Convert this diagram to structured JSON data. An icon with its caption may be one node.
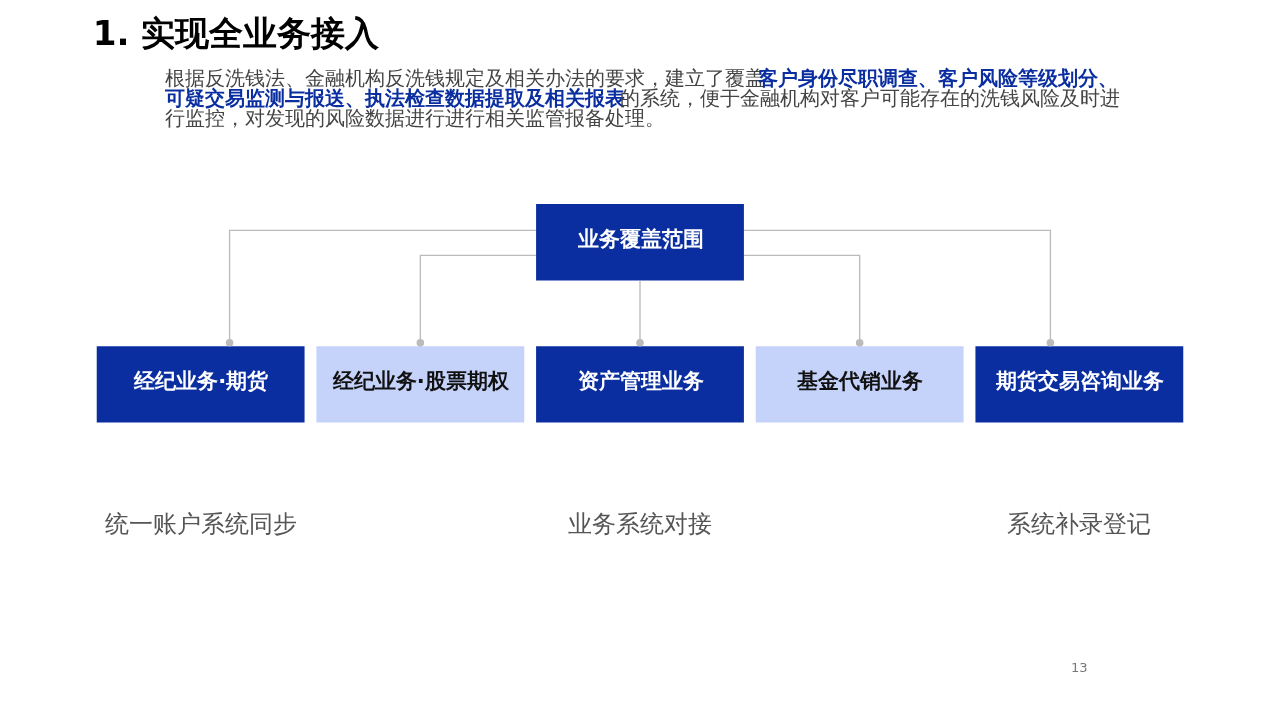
{
  "diagram": {
    "title": "1. 实现全业务接入",
    "nodes": [
      {
        "text": [
          "业务覆盖范围"
        ]
      },
      {
        "text": [
          "经纪业务·期货"
        ]
      },
      {
        "text": [
          "经纪业务·股票期权"
        ]
      },
      {
        "text": [
          "资产管理业务"
        ]
      },
      {
        "text": [
          "基金代销业务"
        ]
      },
      {
        "text": [
          "期货交易咨询业务"
        ]
      }
    ],
    "edges": [
      {
        "from": 0,
        "to": 1,
        "arrow": "other"
      },
      {
        "from": 0,
        "to": 2,
        "arrow": "other"
      },
      {
        "from": 0,
        "to": 3,
        "arrow": "other"
      },
      {
        "from": 0,
        "to": 4,
        "arrow": "other"
      },
      {
        "from": 0,
        "to": 5,
        "arrow": "other"
      }
    ],
    "labels": [
      "根据反洗钱法、金融机构反洗钱规定及相关办法的要求，建立了覆盖**客户身份尽职调查、客户风险等级划分、可疑交易监测与报送、执法检查数据提取及相关报表**的系统，便于金融机构对客户可能存在的洗钱风险及时进行监控，对发现的风险数据进行进行相关监管报备处理。",
      "统一账户系统同步",
      "业务系统对接",
      "系统补录登记",
      "13"
    ]
  }
}
